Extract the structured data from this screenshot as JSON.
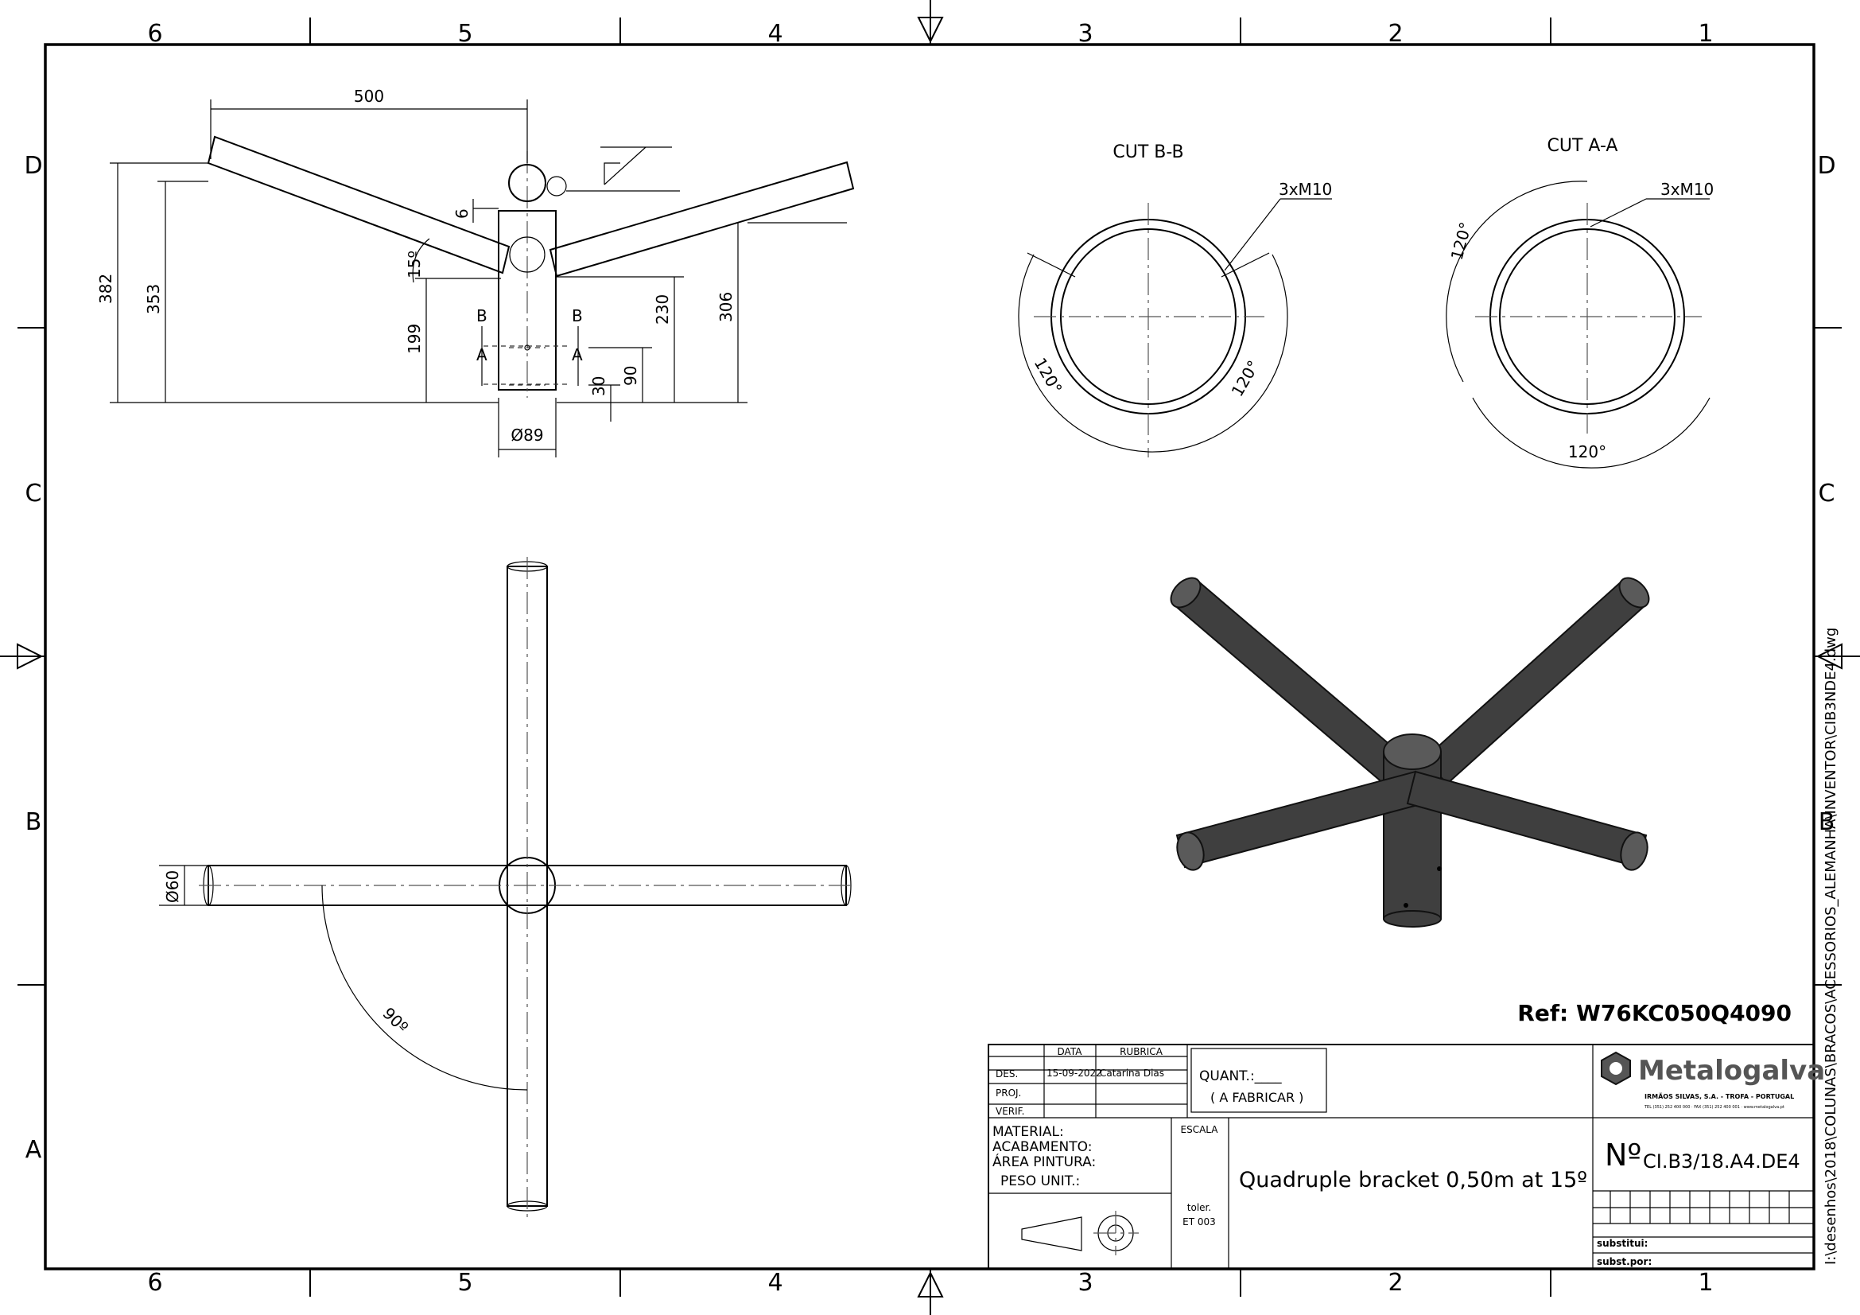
{
  "frame": {
    "cols_top": [
      "6",
      "5",
      "4",
      "3",
      "2",
      "1"
    ],
    "cols_bottom": [
      "6",
      "5",
      "4",
      "3",
      "2",
      "1"
    ],
    "rows_left": [
      "D",
      "C",
      "B",
      "A"
    ],
    "rows_right": [
      "D",
      "C",
      "B"
    ]
  },
  "side_path": "I:\\desenhos\\2018\\COLUNAS\\BRACOS\\ACESSORIOS_ALEMANHA\\INVENTOR\\CIB3NDE4.dwg",
  "front_view": {
    "dims": {
      "width_500": "500",
      "h382": "382",
      "h353": "353",
      "h199": "199",
      "angle15": "15º",
      "gap6": "6",
      "h230": "230",
      "h306": "306",
      "h30": "30",
      "h90": "90",
      "dia89": "Ø89"
    },
    "cut_marks": [
      "B",
      "A",
      "B",
      "A"
    ]
  },
  "cut_bb": {
    "title": "CUT B-B",
    "thread": "3xM10",
    "angle_left": "120°",
    "angle_right": "120°"
  },
  "cut_aa": {
    "title": "CUT A-A",
    "thread": "3xM10",
    "angle_top": "120°",
    "angle_bottom": "120°"
  },
  "top_view": {
    "dia60": "Ø60",
    "angle90": "90º"
  },
  "ref": "Ref: W76KC050Q4090",
  "title_block": {
    "col_data": "DATA",
    "col_rubrica": "RUBRICA",
    "row_des": "DES.",
    "row_proj": "PROJ.",
    "row_verif": "VERIF.",
    "des_date": "15-09-2022",
    "des_name": "Catarina Dias",
    "quant": "QUANT.:____",
    "a_fabricar": "( A FABRICAR )",
    "company": "Metalogalva",
    "company_sub": "IRMÃOS SILVAS, S.A. - TROFA - PORTUGAL",
    "company_contact": "TEL (351) 252 400 000 · FAX (351) 252 400 001 · www.metalogalva.pt",
    "material": "MATERIAL:",
    "acabamento": "ACABAMENTO:",
    "area_pintura": "ÁREA PINTURA:",
    "peso_unit": "PESO UNIT.:",
    "escala": "ESCALA",
    "toler": "toler.",
    "et": "ET 003",
    "description": "Quadruple bracket 0,50m at 15º",
    "no_label": "Nº",
    "drawing_no": "CI.B3/18.A4.DE4",
    "substitui": "substitui:",
    "subst_por": "subst.por:"
  },
  "colors": {
    "line": "#000000",
    "pipe": "#3f3f3f"
  }
}
